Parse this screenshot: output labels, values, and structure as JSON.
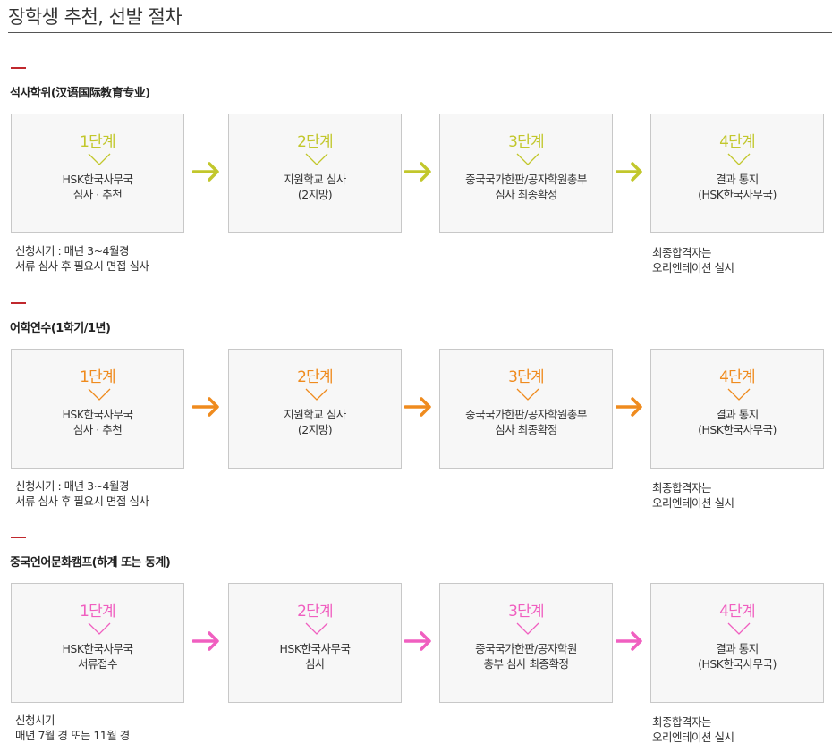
{
  "page": {
    "title": "장학생 추천, 선발 절차"
  },
  "sections": [
    {
      "heading": "석사학위(汉语国际教育专业)",
      "accent": "#c2c72c",
      "steps": [
        {
          "label": "1단계",
          "lines": [
            "HSK한국사무국",
            "심사 · 추천"
          ]
        },
        {
          "label": "2단계",
          "lines": [
            "지원학교 심사",
            "(2지망)"
          ]
        },
        {
          "label": "3단계",
          "lines": [
            "중국국가한판/공자학원총부",
            "심사 최종확정"
          ]
        },
        {
          "label": "4단계",
          "lines": [
            "결과 통지",
            "(HSK한국사무국)"
          ]
        }
      ],
      "note_left": [
        "신청시기 : 매년 3~4월경",
        "서류 심사 후 필요시 면접 심사"
      ],
      "note_right": [
        "최종합격자는",
        "오리엔테이션 실시"
      ]
    },
    {
      "heading": "어학연수(1학기/1년)",
      "accent": "#ef8b1e",
      "steps": [
        {
          "label": "1단계",
          "lines": [
            "HSK한국사무국",
            "심사 · 추천"
          ]
        },
        {
          "label": "2단계",
          "lines": [
            "지원학교 심사",
            "(2지망)"
          ]
        },
        {
          "label": "3단계",
          "lines": [
            "중국국가한판/공자학원총부",
            "심사 최종확정"
          ]
        },
        {
          "label": "4단계",
          "lines": [
            "결과 통지",
            "(HSK한국사무국)"
          ]
        }
      ],
      "note_left": [
        "신청시기 : 매년 3~4월경",
        "서류 심사 후 필요시 면접 심사"
      ],
      "note_right": [
        "최종합격자는",
        "오리엔테이션 실시"
      ]
    },
    {
      "heading": "중국언어문화캠프(하계 또는 동계)",
      "accent": "#f05fc0",
      "steps": [
        {
          "label": "1단계",
          "lines": [
            "HSK한국사무국",
            "서류접수"
          ]
        },
        {
          "label": "2단계",
          "lines": [
            "HSK한국사무국",
            "심사"
          ]
        },
        {
          "label": "3단계",
          "lines": [
            "중국국가한판/공자학원",
            "총부 심사 최종확정"
          ]
        },
        {
          "label": "4단계",
          "lines": [
            "결과 통지",
            "(HSK한국사무국)"
          ]
        }
      ],
      "note_left": [
        "신청시기",
        "매년 7월 경 또는 11월 경"
      ],
      "note_right": [
        "최종합격자는",
        "오리엔테이션 실시"
      ]
    }
  ]
}
